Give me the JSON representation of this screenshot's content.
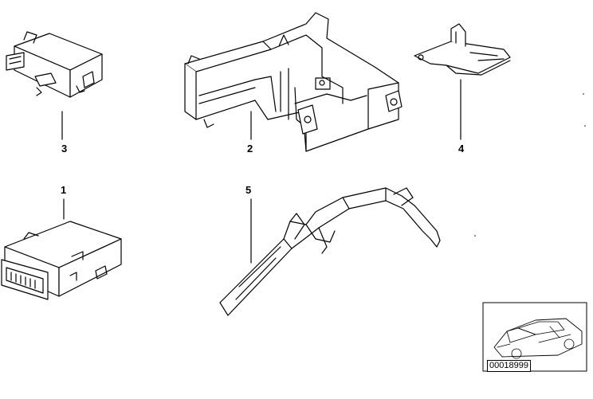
{
  "callouts": {
    "part1": "1",
    "part2": "2",
    "part3": "3",
    "part4": "4",
    "part5": "5"
  },
  "reference_number": "00018999",
  "colors": {
    "stroke": "#000000",
    "background": "#ffffff"
  }
}
